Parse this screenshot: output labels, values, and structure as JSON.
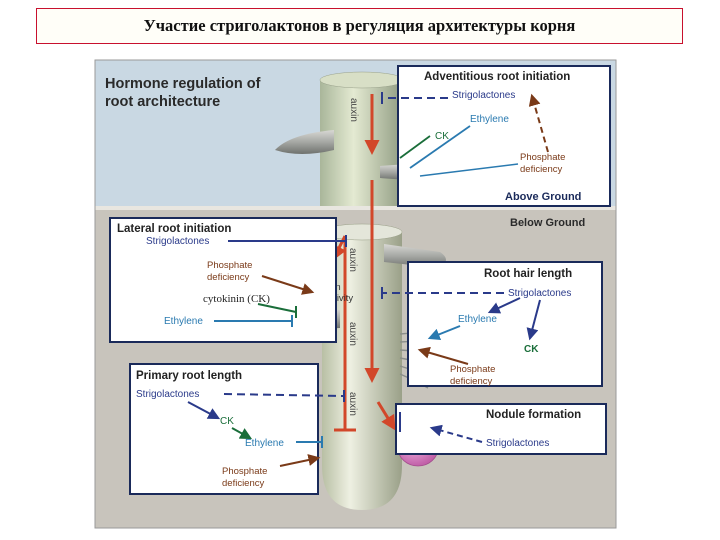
{
  "slide_title": "Участие стриголактонов в регуляция архитектуры корня",
  "diagram": {
    "main_title": [
      "Hormone regulation of",
      "root architecture"
    ],
    "above_ground": "Above Ground",
    "below_ground": "Below Ground",
    "auxin": "auxin",
    "auxin_sensitivity": [
      "auxin",
      "sensitivity"
    ],
    "cytokinin": "cytokinin (CK)",
    "panels": {
      "adventitious": {
        "title": "Adventitious root initiation",
        "strigolactones": "Strigolactones",
        "ethylene": "Ethylene",
        "ck": "CK",
        "phosphate": [
          "Phosphate",
          "deficiency"
        ]
      },
      "lateral": {
        "title": "Lateral root initiation",
        "strigolactones": "Strigolactones",
        "phosphate": [
          "Phosphate",
          "deficiency"
        ],
        "ethylene": "Ethylene"
      },
      "root_hair": {
        "title": "Root hair length",
        "strigolactones": "Strigolactones",
        "ethylene": "Ethylene",
        "ck": "CK",
        "phosphate": [
          "Phosphate",
          "deficiency"
        ]
      },
      "primary": {
        "title": "Primary root length",
        "strigolactones": "Strigolactones",
        "ck": "CK",
        "ethylene": "Ethylene",
        "phosphate": [
          "Phosphate",
          "deficiency"
        ]
      },
      "nodule": {
        "title": "Nodule formation",
        "strigolactones": "Strigolactones"
      }
    },
    "colors": {
      "strigolactones": "#2a3a8a",
      "ethylene": "#2a7ab0",
      "ck": "#1a6e3a",
      "phosphate": "#7a3a18",
      "auxin": "#d2472a"
    }
  }
}
